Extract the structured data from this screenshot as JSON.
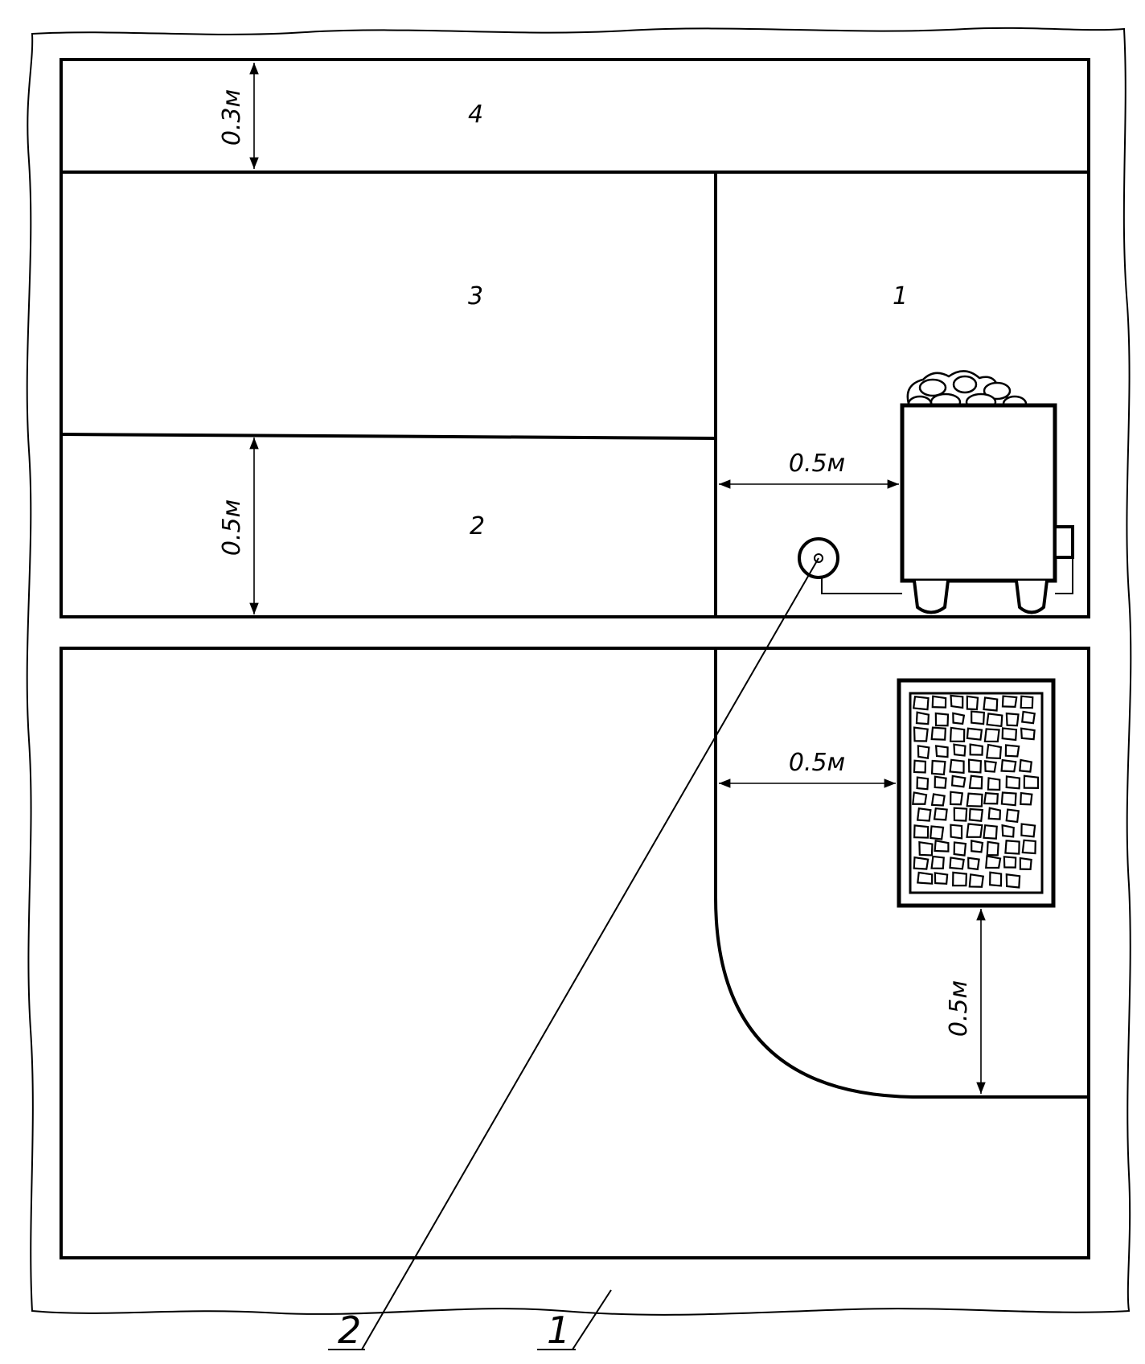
{
  "zones": {
    "zone_1": "1",
    "zone_2": "2",
    "zone_3": "3",
    "zone_4": "4"
  },
  "dimensions": {
    "top_band_height": "0.3м",
    "lower_band_height": "0.5м",
    "heater_clearance": "0.5м",
    "grate_side_clearance": "0.5м",
    "grate_bottom_clearance": "0.5м"
  },
  "callouts": {
    "callout_2": "2",
    "callout_1": "1"
  }
}
